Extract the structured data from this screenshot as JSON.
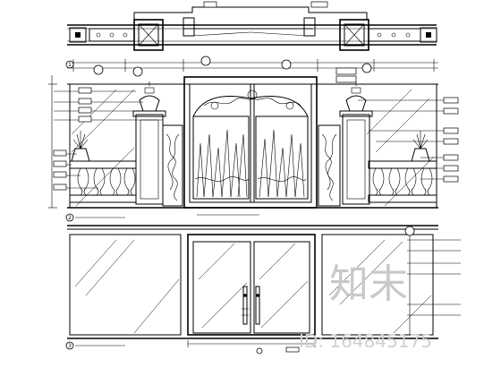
{
  "watermark": {
    "logo_text": "知末",
    "id_text": "ID: 164845175"
  },
  "elevation_marks": [
    "1",
    "2",
    "3"
  ],
  "colors": {
    "line": "#000000",
    "background": "#ffffff",
    "watermark": "#c9c9c9"
  }
}
